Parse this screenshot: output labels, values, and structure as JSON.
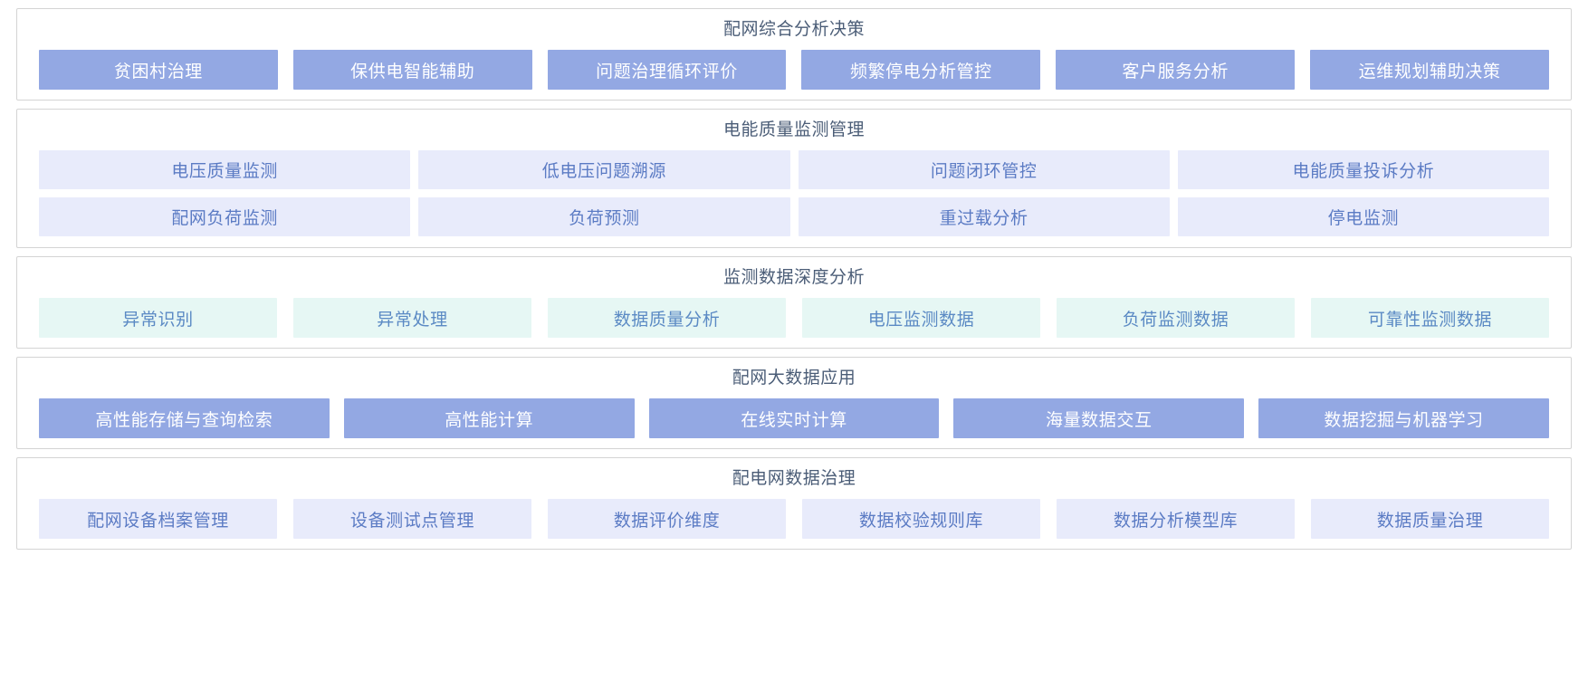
{
  "diagram": {
    "title_color": "#4b5d77",
    "accent_solid": "#93a8e3",
    "accent_pale": "#e8ebfb",
    "accent_mint": "#e6f7f4",
    "layers": [
      {
        "title": "配网综合分析决策",
        "style": "solid",
        "rows": [
          [
            "贫困村治理",
            "保供电智能辅助",
            "问题治理循环评价",
            "频繁停电分析管控",
            "客户服务分析",
            "运维规划辅助决策"
          ]
        ]
      },
      {
        "title": "电能质量监测管理",
        "style": "pale",
        "rows": [
          [
            "电压质量监测",
            "低电压问题溯源",
            "问题闭环管控",
            "电能质量投诉分析"
          ],
          [
            "配网负荷监测",
            "负荷预测",
            "重过载分析",
            "停电监测"
          ]
        ]
      },
      {
        "title": "监测数据深度分析",
        "style": "mint",
        "rows": [
          [
            "异常识别",
            "异常处理",
            "数据质量分析",
            "电压监测数据",
            "负荷监测数据",
            "可靠性监测数据"
          ]
        ]
      },
      {
        "title": "配网大数据应用",
        "style": "solid",
        "rows": [
          [
            "高性能存储与查询检索",
            "高性能计算",
            "在线实时计算",
            "海量数据交互",
            "数据挖掘与机器学习"
          ]
        ]
      },
      {
        "title": "配电网数据治理",
        "style": "pale",
        "rows": [
          [
            "配网设备档案管理",
            "设备测试点管理",
            "数据评价维度",
            "数据校验规则库",
            "数据分析模型库",
            "数据质量治理"
          ]
        ]
      }
    ]
  }
}
